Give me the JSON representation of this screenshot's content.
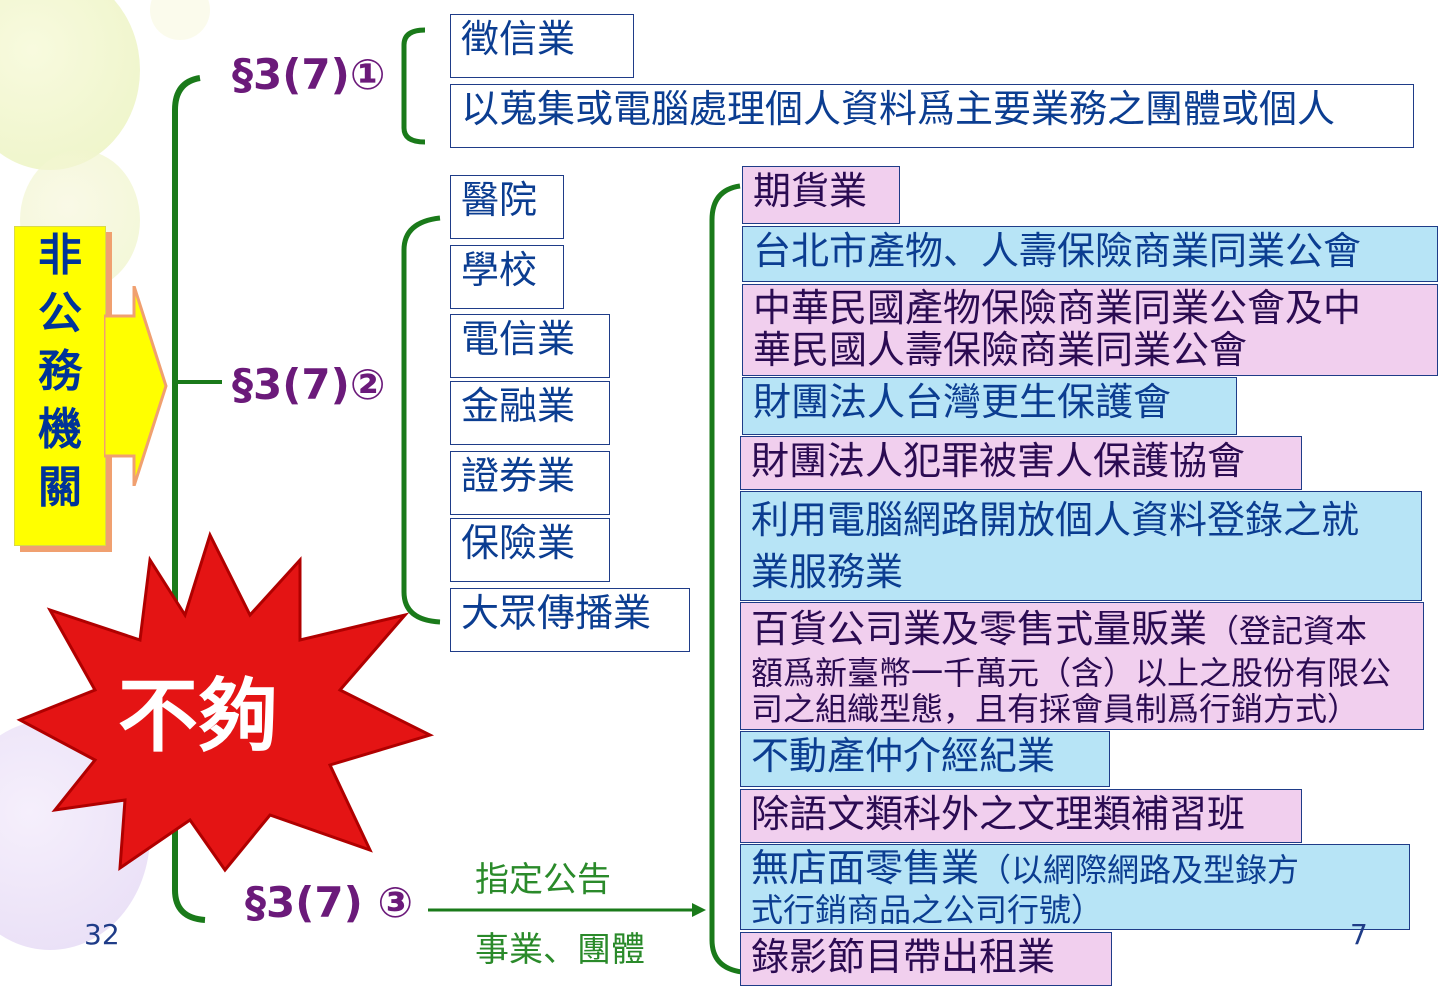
{
  "left_label": {
    "chars": [
      "非",
      "公",
      "務",
      "機",
      "關"
    ]
  },
  "sections": {
    "s1": "§3(7)①",
    "s2": "§3(7)②",
    "s3": "§3(7) ③"
  },
  "group1": {
    "items": [
      "徵信業",
      "以蒐集或電腦處理個人資料爲主要業務之團體或個人"
    ]
  },
  "group2": {
    "items": [
      "醫院",
      "學校",
      "電信業",
      "金融業",
      "證券業",
      "保險業",
      "大眾傳播業"
    ]
  },
  "group3": {
    "label_top": "指定公告",
    "label_bottom": "事業、團體",
    "items": [
      {
        "text": "期貨業"
      },
      {
        "text": "台北市產物、人壽保險商業同業公會"
      },
      {
        "line1": "中華民國產物保險商業同業公會及中",
        "line2": "華民國人壽保險商業同業公會"
      },
      {
        "text": "財團法人台灣更生保護會"
      },
      {
        "text": "財團法人犯罪被害人保護協會"
      },
      {
        "line1": "利用電腦網路開放個人資料登錄之就",
        "line2": "業服務業"
      },
      {
        "main": "百貨公司業及零售式量販業",
        "note1": "（登記資本",
        "note2": "額爲新臺幣一千萬元（含）以上之股份有限公",
        "note3": "司之組織型態，且有採會員制爲行銷方式）"
      },
      {
        "text": "不動產仲介經紀業"
      },
      {
        "text": "除語文類科外之文理類補習班"
      },
      {
        "main": "無店面零售業",
        "note1": "（以網際網路及型錄方",
        "note2": "式行銷商品之公司行號）"
      },
      {
        "text": "錄影節目帶出租業"
      }
    ]
  },
  "burst_text": "不夠",
  "page_number": "32",
  "corner_mark": "7",
  "colors": {
    "green_line": "#1a7a1a",
    "purple_section": "#6b1a7a",
    "box_blue": "#b7e4f6",
    "box_purple": "#f1cfee",
    "side_yellow": "#ffff00",
    "burst_red": "#e41414"
  }
}
